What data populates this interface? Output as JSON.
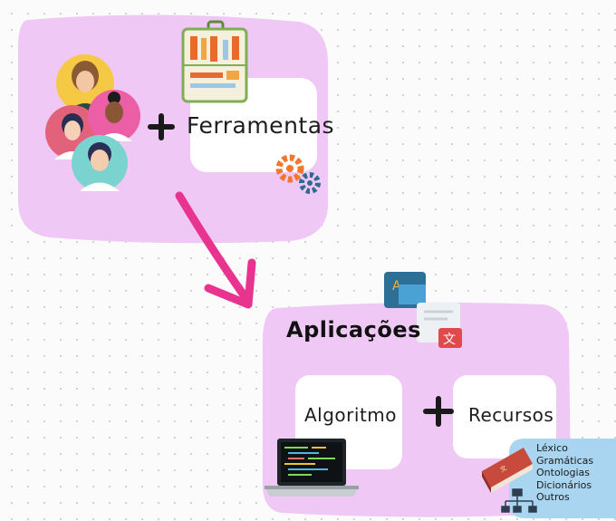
{
  "top_group": {
    "tools_label": "Ferramentas"
  },
  "bottom_group": {
    "title": "Aplicações",
    "algorithm_label": "Algoritmo",
    "resources_label": "Recursos",
    "resources_list": [
      "Léxico",
      "Gramáticas",
      "Ontologias",
      "Dicionários",
      "Outros"
    ]
  },
  "icons": {
    "people": "people-group-icon",
    "toolbox": "toolbox-icon",
    "gears": "gears-icon",
    "translate": "translate-icon",
    "laptop": "laptop-code-icon",
    "book": "book-icon",
    "hierarchy": "hierarchy-icon",
    "plus": "plus-icon",
    "arrow": "arrow-icon"
  },
  "colors": {
    "blob_purple": "#f0c8f5",
    "arrow_pink": "#e8348f",
    "card_white": "#ffffff",
    "resource_blue": "#a9d5f0"
  }
}
